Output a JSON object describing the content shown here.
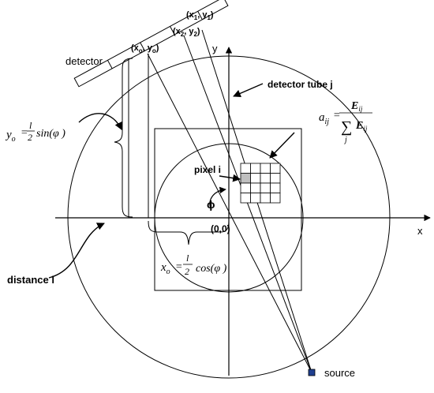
{
  "labels": {
    "detector": "detector",
    "detector_tube": "detector tube j",
    "pixel": "pixel i",
    "origin": "(0,0)",
    "axis_x": "x",
    "axis_y": "y",
    "phi": "ϕ",
    "distance": "distance l",
    "source": "source",
    "point_0": "(x",
    "point_0_sub": "o",
    "point_0_mid": ", y",
    "point_0_sub2": "o",
    "point_0_end": ")",
    "point_1": "(x",
    "point_1_sub": "1",
    "point_1_mid": ", y",
    "point_1_sub2": "1",
    "point_1_end": ")",
    "point_2": "(x",
    "point_2_sub": "2",
    "point_2_mid": ", y",
    "point_2_sub2": "2",
    "point_2_end": ")"
  },
  "formulas": {
    "y0_lhs": "y",
    "y0_sub": "o",
    "y0_eq": "=",
    "y0_num": "l",
    "y0_den": "2",
    "y0_fn": "sin(φ )",
    "x0_lhs": "x",
    "x0_sub": "o",
    "x0_eq": "=",
    "x0_num": "l",
    "x0_den": "2",
    "x0_fn": "cos(φ )",
    "a_lhs": "a",
    "a_sub": "ij",
    "a_eq": "=",
    "a_num": "E",
    "a_num_sub": "ij",
    "a_sum": "∑",
    "a_sum_sub": "j",
    "a_den": "E",
    "a_den_sub": "ij"
  },
  "pixel_grid": {
    "rows": 4,
    "cols": 4,
    "highlighted": [
      [
        1,
        0
      ]
    ]
  },
  "colors": {
    "line": "#000000",
    "pixel_fill": "#bfbfbf",
    "source_fill": "#1f3f8f"
  }
}
